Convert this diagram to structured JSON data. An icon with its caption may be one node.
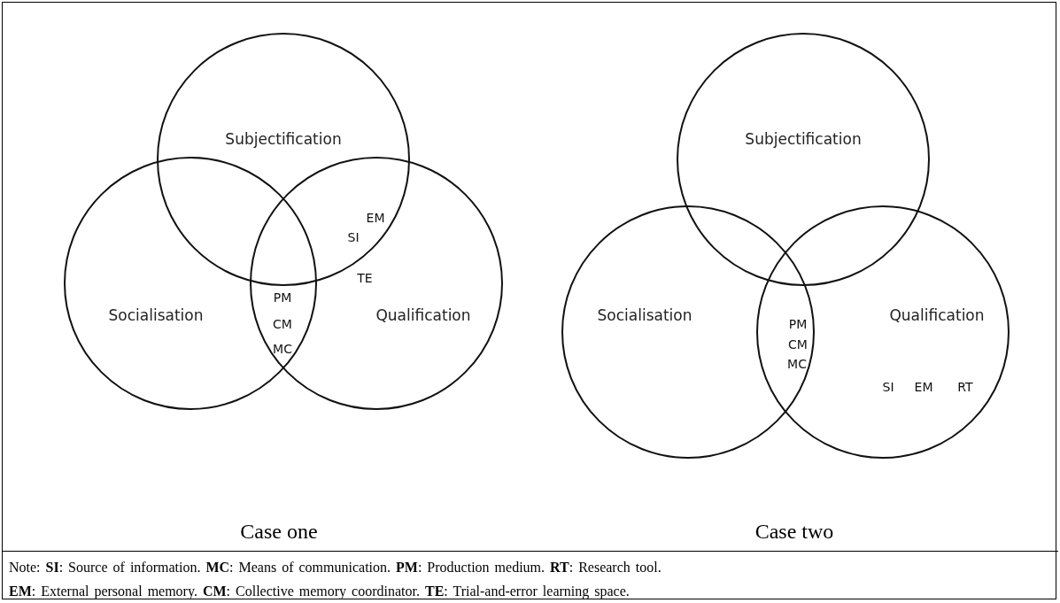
{
  "diagram": {
    "nodes": [
      {
        "text": [
          "Subjectification"
        ]
      },
      {
        "text": [
          "Subjectification"
        ]
      },
      {
        "text": [
          "Socialisation"
        ]
      },
      {
        "text": [
          "Qualification"
        ]
      },
      {
        "text": [
          "Socialisation"
        ]
      },
      {
        "text": [
          "Qualification"
        ]
      }
    ],
    "edges": [],
    "labels": [
      "EM",
      "SI",
      "TE",
      "PM",
      "CM",
      "MC",
      "PM",
      "CM",
      "MC",
      "SI",
      "EM",
      "RT",
      "Case one",
      "Case two",
      "Note: **SI**: Source of information. **MC**: Means of communication. **PM**: Production medium. **RT**: Research tool.",
      "**EM**: External personal memory. **CM**: Collective memory coordinator. **TE**: Trial-and-error learning space."
    ]
  }
}
